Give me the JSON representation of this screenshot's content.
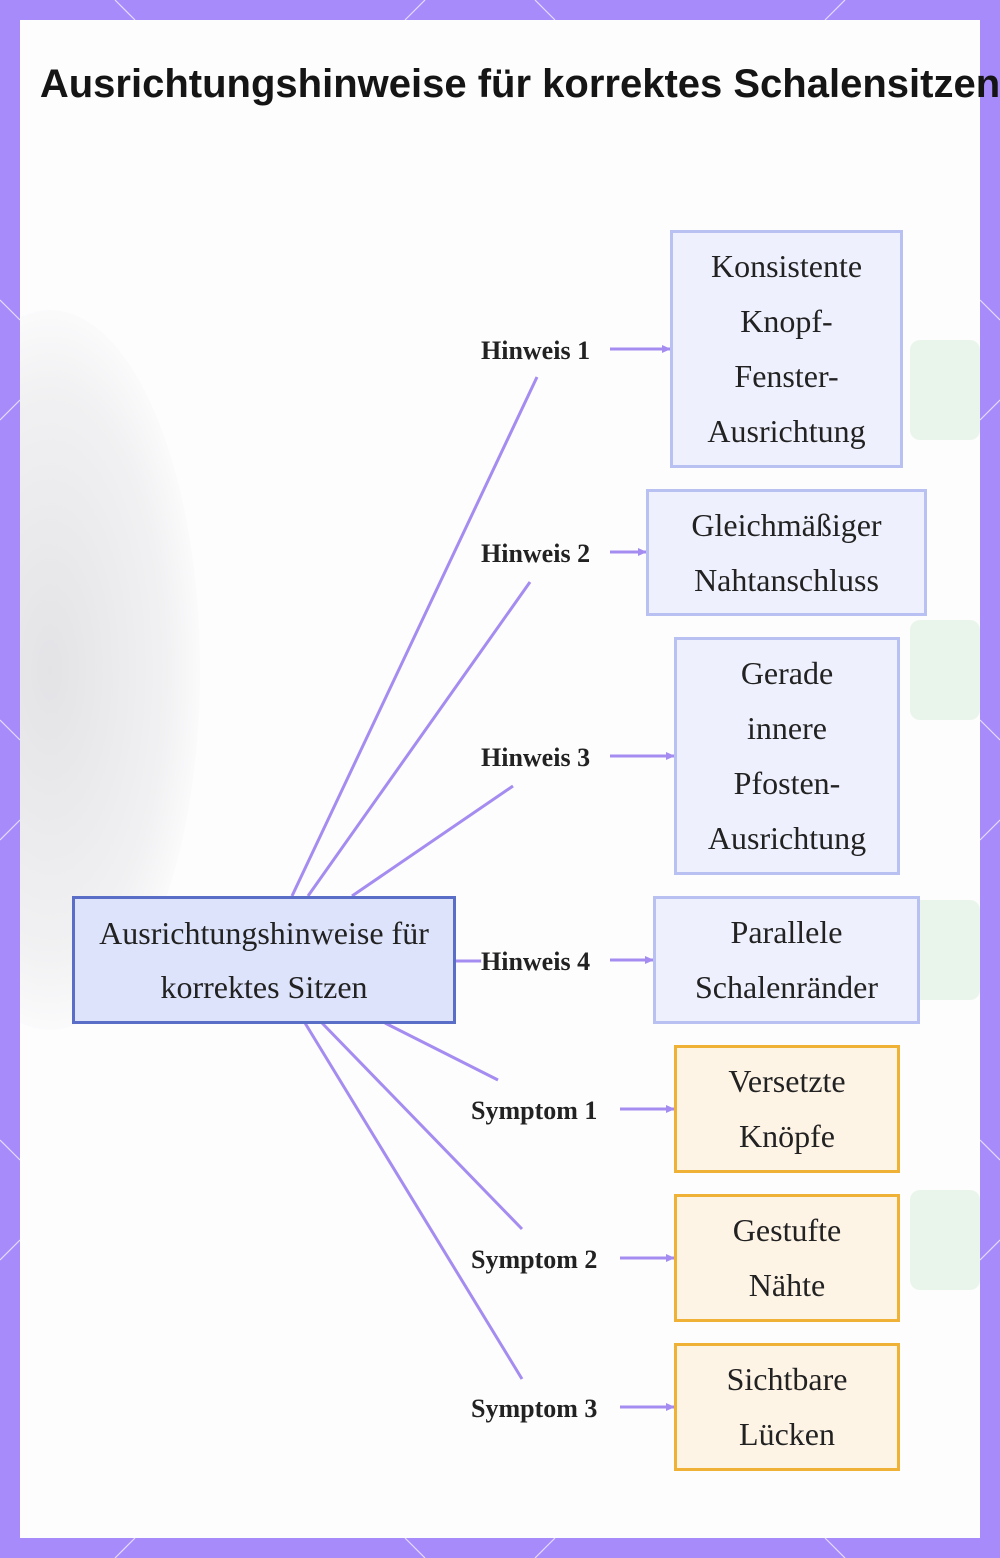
{
  "title": "Ausrichtungshinweise für korrektes Schalensitzen",
  "root": {
    "label": "Ausrichtungshinweise für korrektes Sitzen"
  },
  "branches": [
    {
      "edge_label": "Hinweis 1",
      "node": "Konsistente Knopf-Fenster-Ausrichtung",
      "kind": "hint"
    },
    {
      "edge_label": "Hinweis 2",
      "node": "Gleichmäßiger Nahtanschluss",
      "kind": "hint"
    },
    {
      "edge_label": "Hinweis 3",
      "node": "Gerade innere Pfosten-Ausrichtung",
      "kind": "hint"
    },
    {
      "edge_label": "Hinweis 4",
      "node": "Parallele Schalenränder",
      "kind": "hint"
    },
    {
      "edge_label": "Symptom 1",
      "node": "Versetzte Knöpfe",
      "kind": "symptom"
    },
    {
      "edge_label": "Symptom 2",
      "node": "Gestufte Nähte",
      "kind": "symptom"
    },
    {
      "edge_label": "Symptom 3",
      "node": "Sichtbare Lücken",
      "kind": "symptom"
    }
  ],
  "colors": {
    "edge": "#a58cf0",
    "hint_fill": "#eef0fd",
    "hint_border": "#b9c1f2",
    "symptom_fill": "#fef4e6",
    "symptom_border": "#f0b236",
    "root_fill": "#dde3fb",
    "root_border": "#5a6ec7",
    "frame": "#a78bfa"
  }
}
